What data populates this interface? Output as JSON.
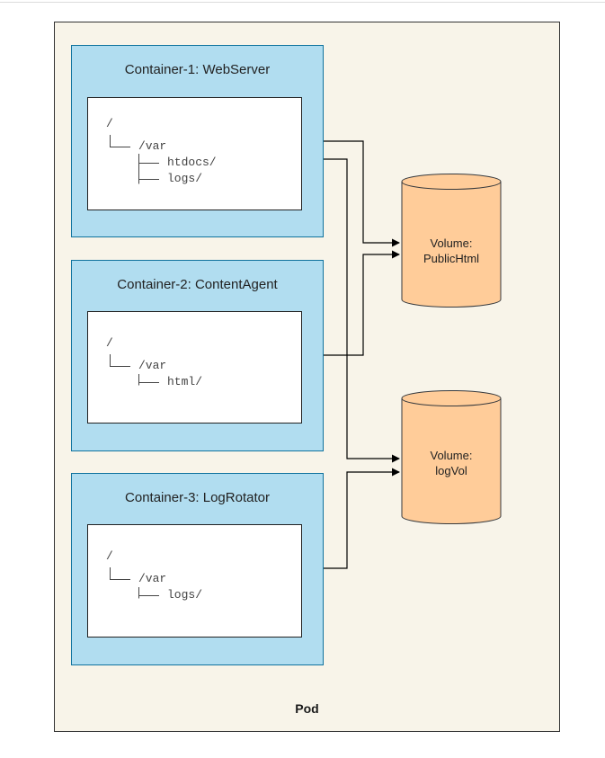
{
  "pod": {
    "label": "Pod"
  },
  "containers": [
    {
      "title": "Container-1: WebServer",
      "tree": [
        "/",
        "/var",
        "htdocs/",
        "logs/"
      ]
    },
    {
      "title": "Container-2: ContentAgent",
      "tree": [
        "/",
        "/var",
        "html/"
      ]
    },
    {
      "title": "Container-3: LogRotator",
      "tree": [
        "/",
        "/var",
        "logs/"
      ]
    }
  ],
  "volumes": [
    {
      "line1": "Volume:",
      "line2": "PublicHtml"
    },
    {
      "line1": "Volume:",
      "line2": "logVol"
    }
  ],
  "colors": {
    "container_fill": "#b1ddf0",
    "container_border": "#10739e",
    "volume_fill": "#ffcc99",
    "volume_border": "#36393d",
    "pod_fill": "#f8f4e9"
  }
}
